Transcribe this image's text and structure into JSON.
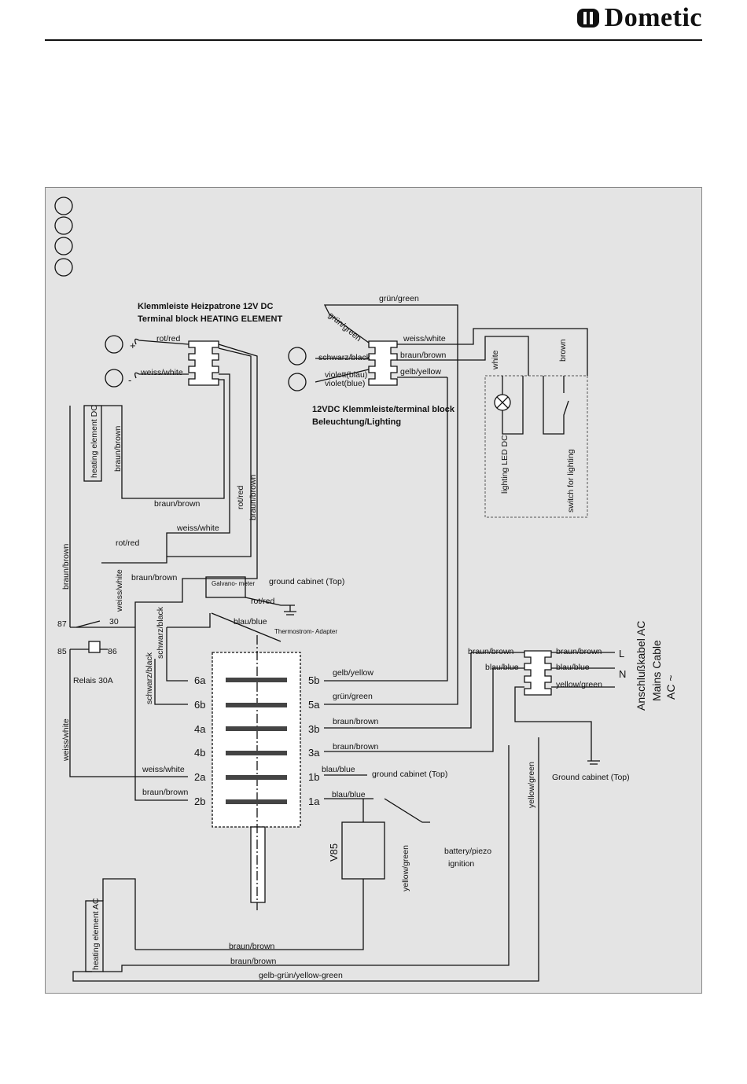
{
  "brand": {
    "name": "Dometic"
  },
  "diagram": {
    "titles": {
      "heating_l1": "Klemmleiste Heizpatrone 12V DC",
      "heating_l2": "Terminal block HEATING ELEMENT",
      "lighting_l1": "12VDC Klemmleiste/terminal block",
      "lighting_l2": "Beleuchtung/Lighting"
    },
    "wires": {
      "rot_red": "rot/red",
      "weiss_white": "weiss/white",
      "schwarz_black": "schwarz/black",
      "violett_blau": "violett(blau)",
      "violet_blue": "violet(blue)",
      "gruen_green": "grün/green",
      "braun_brown": "braun/brown",
      "gelb_yellow": "gelb/yellow",
      "blau_blue": "blau/blue",
      "yellow_green": "yellow/green",
      "gelb_gruen": "gelb-grün/yellow-green",
      "white": "white",
      "brown": "brown"
    },
    "labels": {
      "heating_dc": "heating element DC",
      "heating_ac": "heating element AC",
      "relais": "Relais 30A",
      "galvanometer": "Galvano- meter",
      "thermostrom": "Thermostrom- Adapter",
      "ground_top": "ground cabinet (Top)",
      "ground_cab_top": "Ground cabinet (Top)",
      "v85": "V85",
      "battery": "battery/piezo",
      "ignition": "ignition",
      "lighting_led": "lighting LED DC",
      "switch_lighting": "switch for lighting",
      "anschluss": "Anschlußkabel AC",
      "mains": "Mains Cable",
      "ac": "AC ~",
      "plus": "+",
      "minus": "-",
      "L": "L",
      "N": "N"
    },
    "relay_pins": [
      "87",
      "30",
      "85",
      "86"
    ],
    "terminals_left": [
      "6a",
      "6b",
      "4a",
      "4b",
      "2a",
      "2b"
    ],
    "terminals_right": [
      "5b",
      "5a",
      "3b",
      "3a",
      "1b",
      "1a"
    ]
  }
}
